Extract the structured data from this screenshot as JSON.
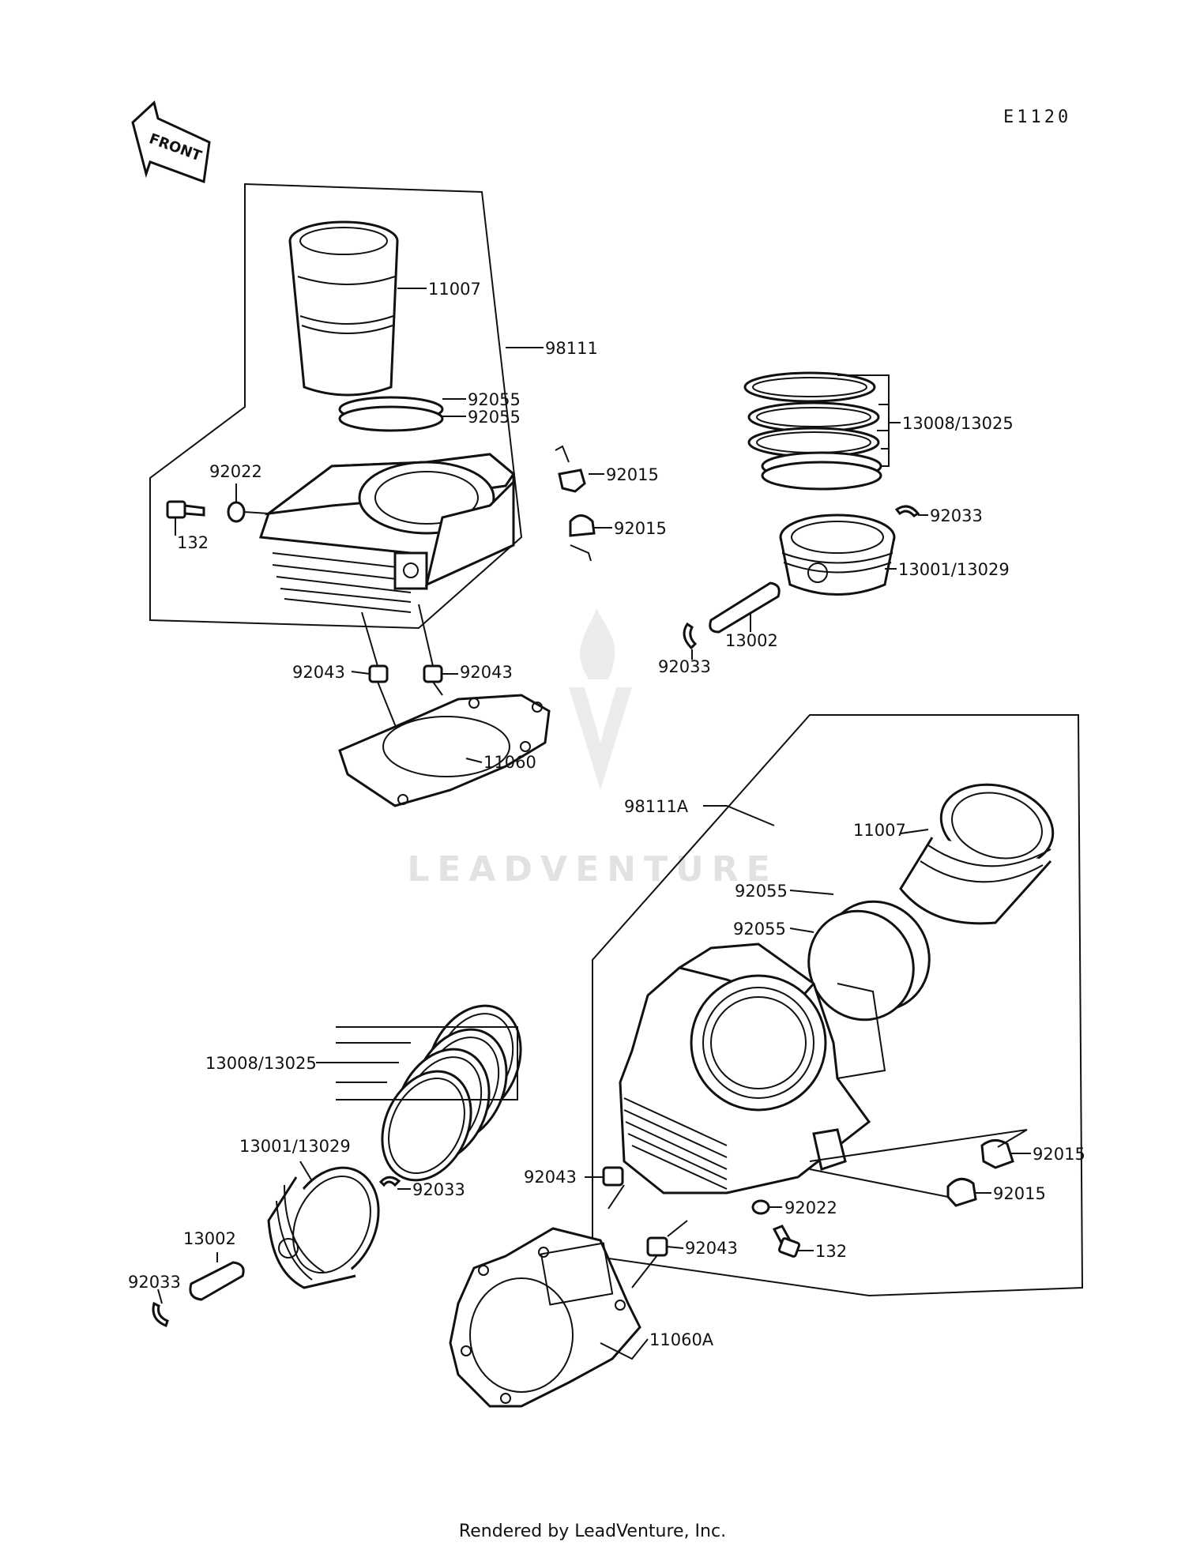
{
  "diagram_code": "E1120",
  "front_arrow_label": "FRONT",
  "watermark_text": "LEADVENTURE",
  "footer_text": "Rendered by LeadVenture, Inc.",
  "labels": {
    "upper_assembly": "98111",
    "upper_liner": "11007",
    "upper_oring_1": "92055",
    "upper_oring_2": "92055",
    "upper_washer": "92022",
    "upper_bolt": "132",
    "upper_nut_1": "92015",
    "upper_nut_2": "92015",
    "upper_rings": "13008/13025",
    "upper_clip_right": "92033",
    "upper_piston": "13001/13029",
    "upper_pin": "13002",
    "upper_clip_left": "92033",
    "upper_dowel_left": "92043",
    "upper_dowel_right": "92043",
    "upper_gasket": "11060",
    "lower_assembly": "98111A",
    "lower_liner": "11007",
    "lower_oring_1": "92055",
    "lower_oring_2": "92055",
    "lower_rings": "13008/13025",
    "lower_piston": "13001/13029",
    "lower_clip_right": "92033",
    "lower_pin": "13002",
    "lower_clip_left": "92033",
    "lower_dowel_1": "92043",
    "lower_dowel_2": "92043",
    "lower_washer": "92022",
    "lower_bolt": "132",
    "lower_nut_1": "92015",
    "lower_nut_2": "92015",
    "lower_gasket": "11060A"
  }
}
